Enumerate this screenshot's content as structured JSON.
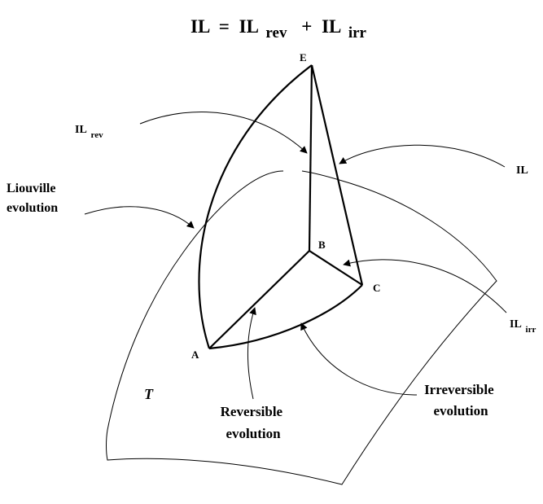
{
  "equation": {
    "lhs": "IL",
    "equals": "=",
    "term1_base": "IL",
    "term1_sub": "rev",
    "plus": "+",
    "term2_base": "IL",
    "term2_sub": "irr"
  },
  "points": {
    "E": "E",
    "B": "B",
    "C": "C",
    "A": "A"
  },
  "labels": {
    "il_rev_base": "IL",
    "il_rev_sub": "rev",
    "il": "IL",
    "il_irr_base": "IL",
    "il_irr_sub": "irr",
    "liouville_line1": "Liouville",
    "liouville_line2": "evolution",
    "reversible_line1": "Reversible",
    "reversible_line2": "evolution",
    "irreversible_line1": "Irreversible",
    "irreversible_line2": "evolution",
    "surface": "T"
  }
}
